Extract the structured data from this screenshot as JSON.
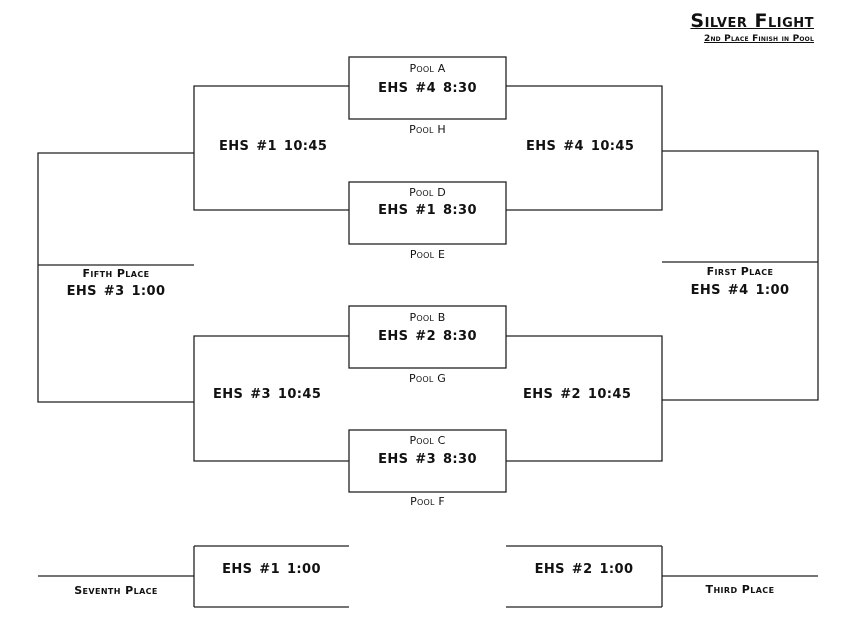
{
  "header": {
    "title": "Silver Flight",
    "subtitle": "2nd Place Finish in Pool"
  },
  "pools": {
    "a": "Pool A",
    "h": "Pool H",
    "d": "Pool D",
    "e": "Pool E",
    "b": "Pool B",
    "g": "Pool G",
    "c": "Pool C",
    "f": "Pool F"
  },
  "first_round": {
    "game1": "EHS #4  8:30",
    "game2": "EHS #1  8:30",
    "game3": "EHS #2  8:30",
    "game4": "EHS #3  8:30"
  },
  "second_round": {
    "upper_left": "EHS #1 10:45",
    "upper_right": "EHS #4 10:45",
    "lower_left": "EHS #3   10:45",
    "lower_right": "EHS #2   10:45"
  },
  "placement": {
    "fifth_label": "Fifth Place",
    "fifth_game": "EHS #3   1:00",
    "first_label": "First Place",
    "first_game": "EHS #4   1:00",
    "seventh_label": "Seventh Place",
    "seventh_game": "EHS #1   1:00",
    "third_label": "Third Place",
    "third_game": "EHS #2  1:00"
  }
}
